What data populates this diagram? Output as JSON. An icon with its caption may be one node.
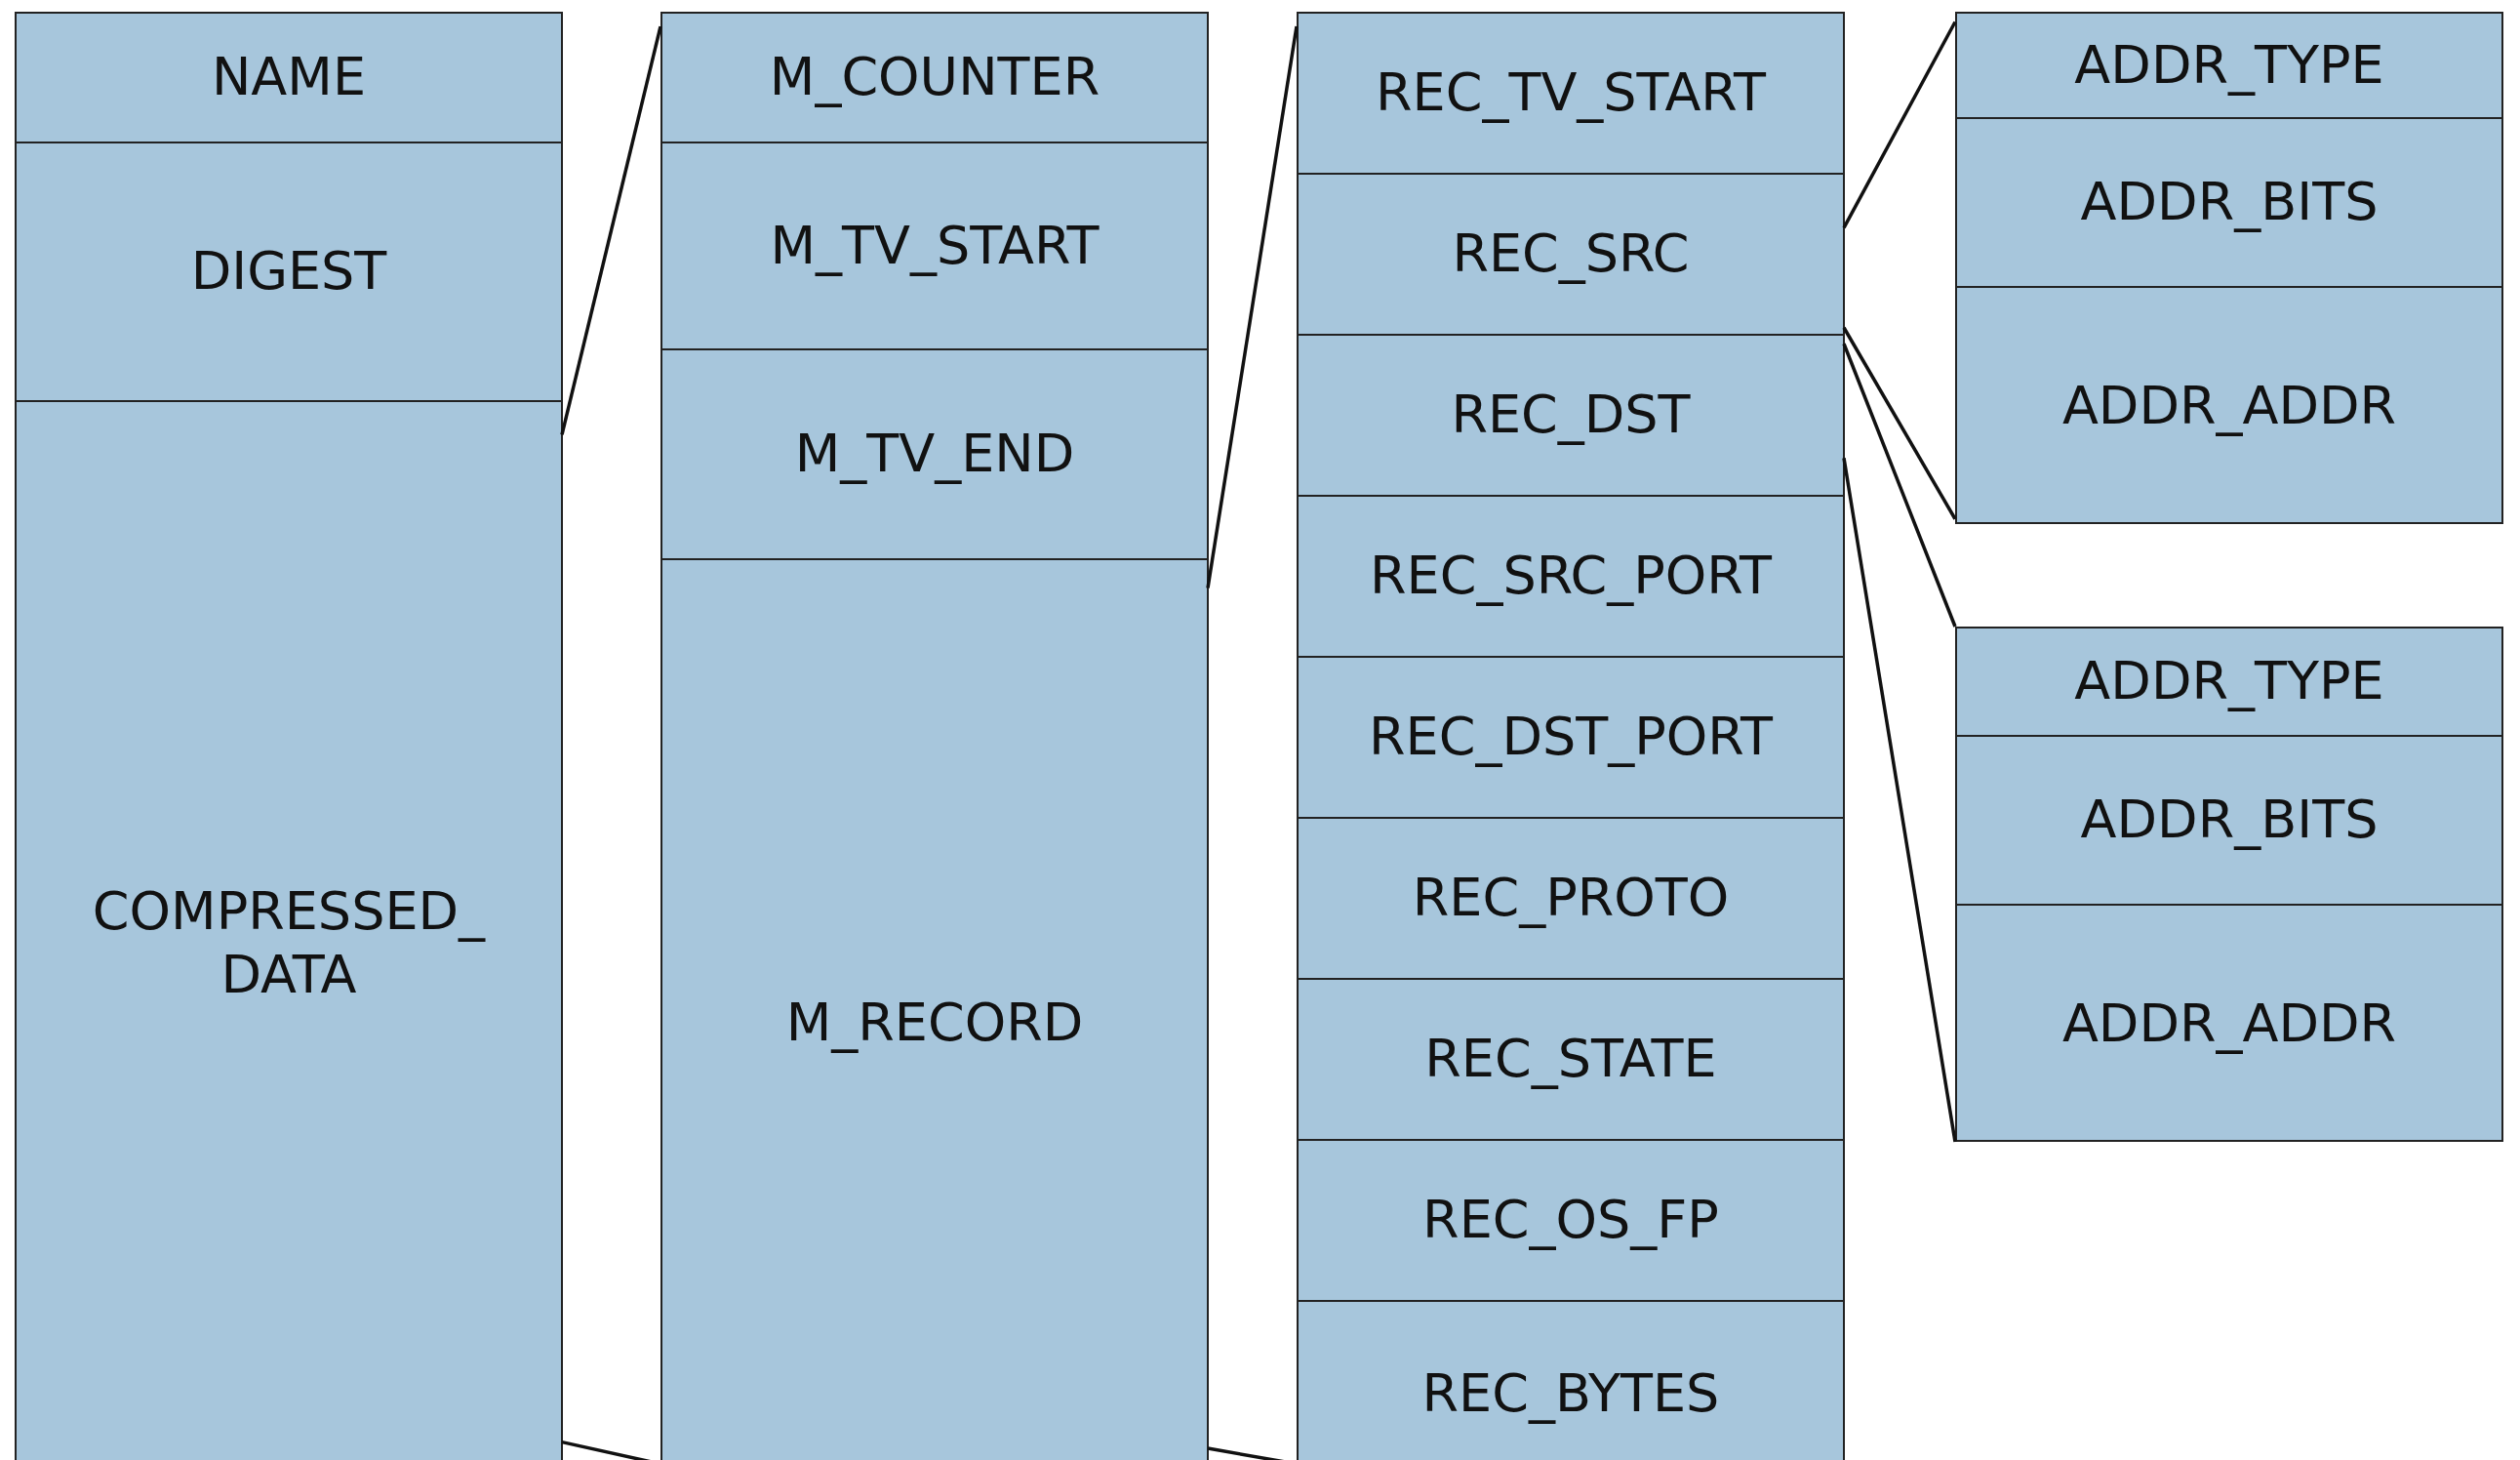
{
  "diagram": {
    "nodes": [
      {
        "text": [],
        "shape": "box"
      },
      {
        "text": [
          "NAME"
        ],
        "in": 0
      },
      {
        "text": [
          "DIGEST"
        ],
        "in": 0
      },
      {
        "text": [
          "COMPRESSED_DATA"
        ],
        "in": 0
      },
      {
        "text": [],
        "shape": "box"
      },
      {
        "text": [
          "M_COUNTER"
        ],
        "in": 4
      },
      {
        "text": [
          "M_TV_START"
        ],
        "in": 4
      },
      {
        "text": [
          "M_TV_END"
        ],
        "in": 4
      },
      {
        "text": [
          "M_RECORD"
        ],
        "in": 4
      },
      {
        "text": [],
        "shape": "box"
      },
      {
        "text": [
          "REC_TV_START"
        ],
        "in": 9
      },
      {
        "text": [
          "REC_SRC"
        ],
        "in": 9
      },
      {
        "text": [
          "REC_DST"
        ],
        "in": 9
      },
      {
        "text": [
          "REC_SRC_PORT"
        ],
        "in": 9
      },
      {
        "text": [
          "REC_DST_PORT"
        ],
        "in": 9
      },
      {
        "text": [
          "REC_PROTO"
        ],
        "in": 9
      },
      {
        "text": [
          "REC_STATE"
        ],
        "in": 9
      },
      {
        "text": [
          "REC_OS_FP"
        ],
        "in": 9
      },
      {
        "text": [
          "REC_BYTES"
        ],
        "in": 9
      },
      {
        "text": [],
        "shape": "box"
      },
      {
        "text": [
          "ADDR_TYPE"
        ],
        "in": 19
      },
      {
        "text": [
          "ADDR_BITS"
        ],
        "in": 19
      },
      {
        "text": [
          "ADDR_ADDR"
        ],
        "in": 19
      },
      {
        "text": [],
        "shape": "box"
      },
      {
        "text": [
          "ADDR_TYPE"
        ],
        "in": 23
      },
      {
        "text": [
          "ADDR_BITS"
        ],
        "in": 23
      },
      {
        "text": [
          "ADDR_ADDR"
        ],
        "in": 23
      }
    ],
    "edges": [
      {
        "from": 3,
        "to": 4,
        "arrow": "none"
      },
      {
        "from": 3,
        "to": 4,
        "arrow": "none"
      },
      {
        "from": 8,
        "to": 9,
        "arrow": "none"
      },
      {
        "from": 8,
        "to": 9,
        "arrow": "none"
      },
      {
        "from": 11,
        "to": 19,
        "arrow": "none"
      },
      {
        "from": 11,
        "to": 19,
        "arrow": "none"
      },
      {
        "from": 12,
        "to": 23,
        "arrow": "none"
      },
      {
        "from": 12,
        "to": 23,
        "arrow": "none"
      }
    ]
  }
}
